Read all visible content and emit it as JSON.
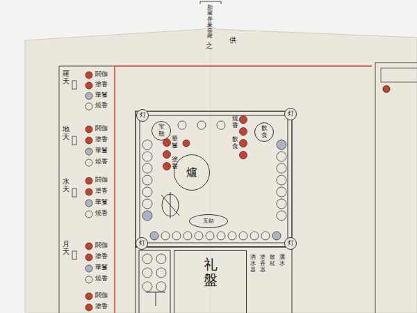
{
  "diagram": {
    "title": "胎藏界曼荼羅",
    "nodes": [
      {
        "text": [
          "爐"
        ]
      },
      {
        "text": [
          "宝瓶"
        ]
      },
      {
        "text": [
          "飲食"
        ]
      },
      {
        "text": [
          "五鈷"
        ]
      },
      {
        "text": [
          "灯"
        ]
      },
      {
        "text": [
          "灯"
        ]
      },
      {
        "text": [
          "灯"
        ]
      },
      {
        "text": [
          "灯"
        ]
      },
      {
        "text": [
          "礼盤"
        ]
      }
    ],
    "labels": [
      "之",
      "供",
      "羅天",
      "地天",
      "水天",
      "月天",
      "閼伽",
      "塗香",
      "華鬘",
      "燒香",
      "閼伽",
      "塗香",
      "華鬘",
      "燒香",
      "閼伽",
      "塗香",
      "華鬘",
      "燒香",
      "閼伽",
      "塗香",
      "華鬘",
      "燒香",
      "閼伽",
      "塗香",
      "華鬘",
      "塗香",
      "燒香",
      "飲食",
      "洒水器",
      "塗香器",
      "散杖",
      "灑水"
    ]
  }
}
